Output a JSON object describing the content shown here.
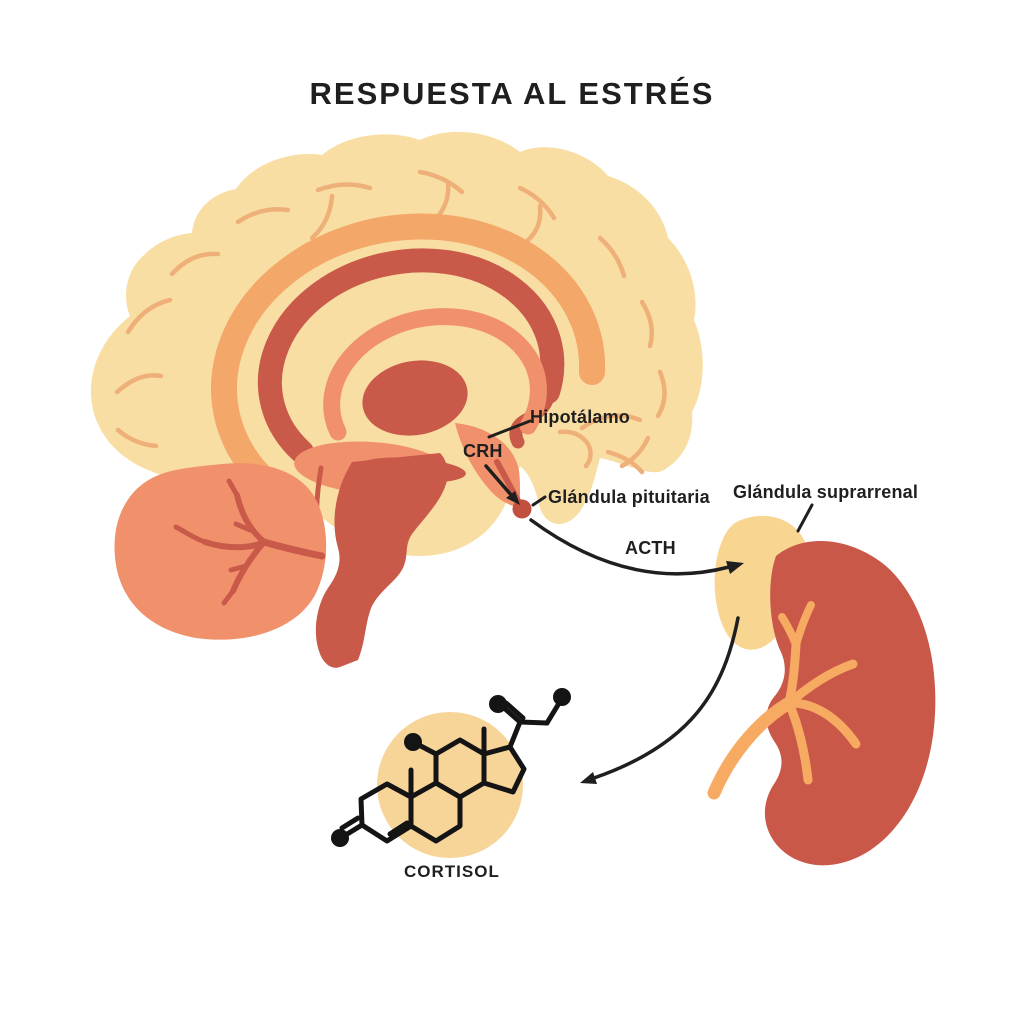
{
  "title": "RESPUESTA AL ESTRÉS",
  "diagram": {
    "brain_labels": {
      "hypothalamus": "Hipotálamo",
      "crh": "CRH",
      "pituitary_gland": "Glándula pituitaria"
    },
    "pathway_labels": {
      "acth": "ACTH",
      "adrenal_gland": "Glándula suprarrenal",
      "cortisol": "CORTISOL"
    },
    "colors": {
      "background": "#ffffff",
      "text": "#1f1f1f",
      "cortex_cream": "#F9DEA4",
      "sulci_orange": "#EEB078",
      "band_orange": "#F3A768",
      "deep_red": "#C95A49",
      "salmon": "#F0916C",
      "stem_red": "#C85747",
      "kidney_red": "#CA5849",
      "adrenal_cream": "#F8D591",
      "vessel_orange": "#F7AA62",
      "pituitary_red": "#C2503F",
      "molecule_black": "#141414",
      "molecule_halo": "#F7D498"
    }
  }
}
